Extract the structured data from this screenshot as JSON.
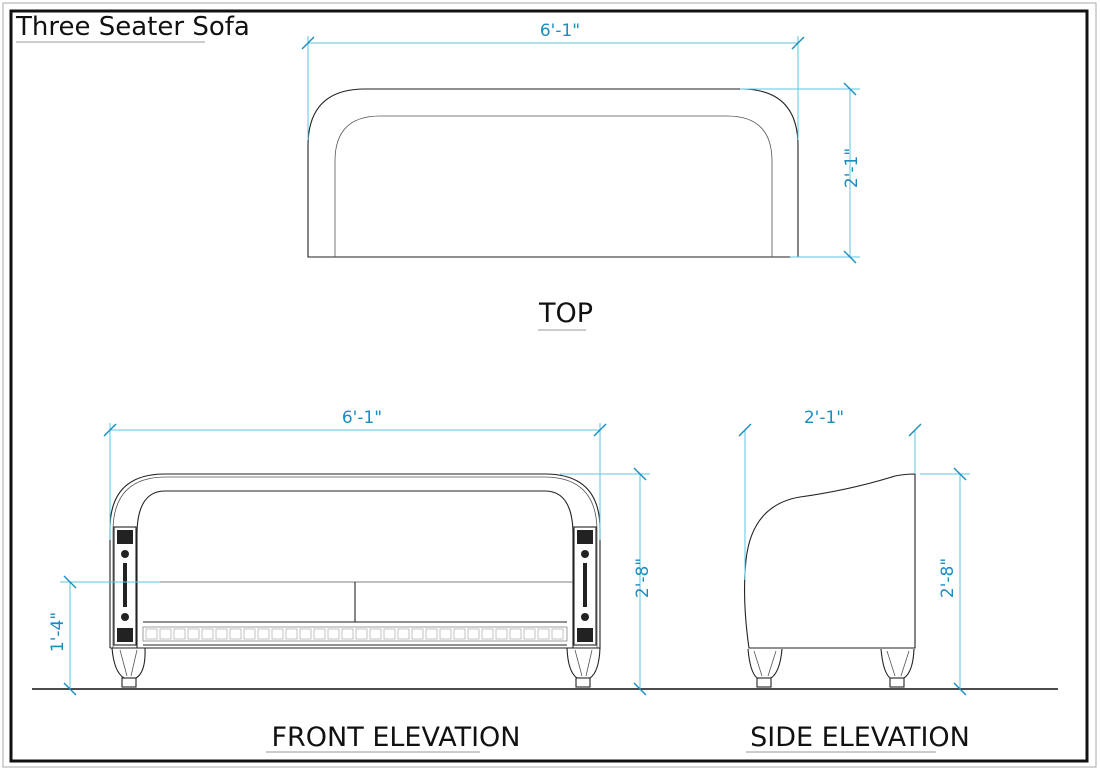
{
  "title": "Three Seater Sofa",
  "views": {
    "top": {
      "label": "TOP",
      "width_dim": "6'-1\"",
      "depth_dim": "2'-1\""
    },
    "front": {
      "label": "FRONT ELEVATION",
      "width_dim": "6'-1\"",
      "height_dim": "2'-8\"",
      "seat_height_dim": "1'-4\""
    },
    "side": {
      "label": "SIDE ELEVATION",
      "depth_dim": "2'-1\"",
      "height_dim": "2'-8\""
    }
  },
  "colors": {
    "dimension": "#1a8dbf",
    "extension": "#5cc4dc",
    "line": "#222222"
  }
}
